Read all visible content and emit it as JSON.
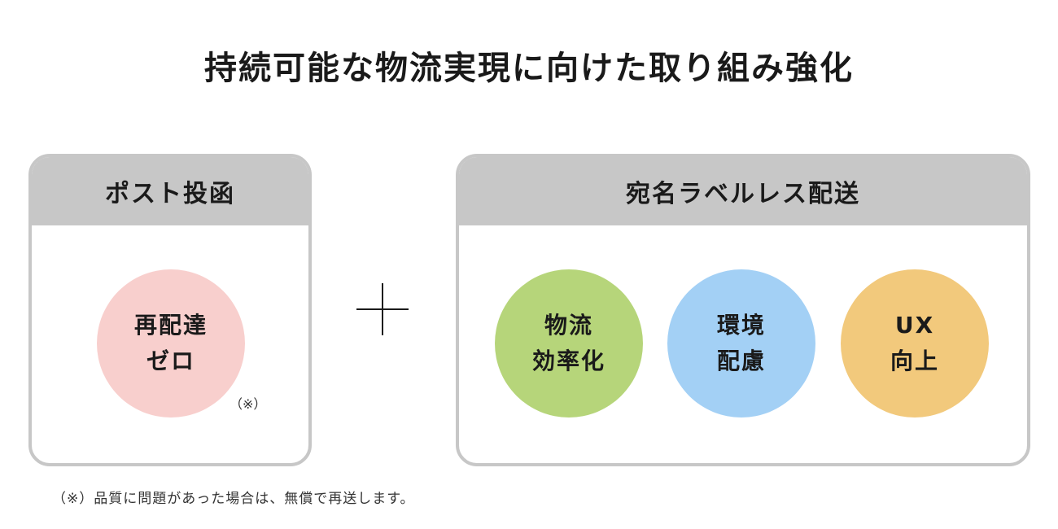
{
  "title": "持続可能な物流実現に向けた取り組み強化",
  "left_panel": {
    "heading": "ポスト投函",
    "circle": {
      "line1": "再配達",
      "line2": "ゼロ",
      "color": "#f8cfcd"
    },
    "note_mark": "（※）"
  },
  "plus_symbol": "plus",
  "right_panel": {
    "heading": "宛名ラベルレス配送",
    "circles": [
      {
        "line1": "物流",
        "line2": "効率化",
        "color": "#b6d57a"
      },
      {
        "line1": "環境",
        "line2": "配慮",
        "color": "#a3d0f5"
      },
      {
        "line1": "UX",
        "line2": "向上",
        "color": "#f2c97c"
      }
    ]
  },
  "footnote": "（※）品質に問題があった場合は、無償で再送します。",
  "colors": {
    "panel_border": "#c7c7c7",
    "panel_header": "#c7c7c7",
    "text": "#1a1a1a"
  }
}
